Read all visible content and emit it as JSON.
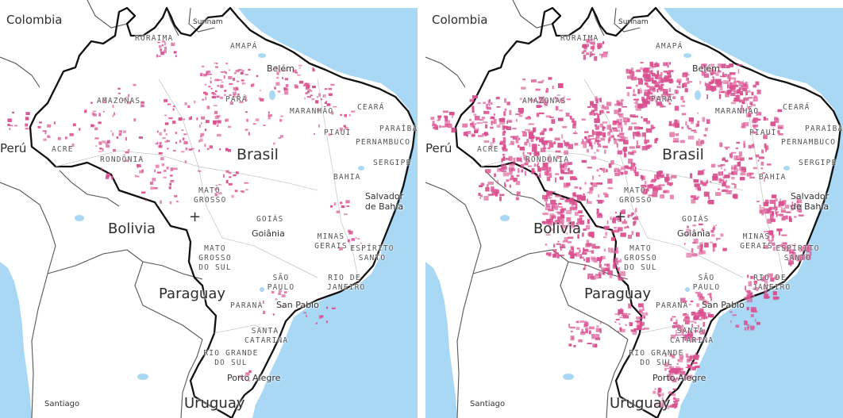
{
  "maps": [
    {
      "id": "left",
      "labels": {
        "colombia": "Colombia",
        "surinam": "Surinam",
        "peru": "Perú",
        "bolivia": "Bolivia",
        "paraguay": "Paraguay",
        "uruguay": "Uruguay",
        "santiago": "Santiago",
        "brasil": "Brasil",
        "roraima": "RORAIMA",
        "amapa": "AMAPÁ",
        "belem": "Belém",
        "amazonas": "AMAZONAS",
        "para": "PARÁ",
        "maranhao": "MARANHÃO",
        "ceara": "CEARÁ",
        "paraiba": "PARAÍBA",
        "piaui": "PIAUÍ",
        "pernambuco": "PERNAMBUCO",
        "acre": "ACRE",
        "rondonia": "RONDÔNIA",
        "sergipe": "SERGIPE",
        "bahia": "BAHIA",
        "salvador": "Salvador de Bahia",
        "mato_grosso": "MATO GROSSO",
        "goias": "GOIÁS",
        "goiania": "Goiânia",
        "minas": "MINAS GERAIS",
        "espirito": "ESPÍRITO SANTO",
        "ms": "MATO GROSSO DO SUL",
        "sao_paulo_state": "SÃO PAULO",
        "rio": "RIO DE JANEIRO",
        "parana": "PARANÁ",
        "san_pablo": "San Pablo",
        "santa_catarina": "SANTA CATARINA",
        "rgs": "RIO GRANDE DO SUL",
        "porto_alegre": "Porto Alegre",
        "marker": "+"
      }
    },
    {
      "id": "right",
      "labels": {
        "colombia": "Colombia",
        "surinam": "Surinam",
        "peru": "Perú",
        "bolivia": "Bolivia",
        "paraguay": "Paraguay",
        "uruguay": "Uruguay",
        "santiago": "Santiago",
        "brasil": "Brasil",
        "roraima": "RORAIMA",
        "amapa": "AMAPÁ",
        "belem": "Belém",
        "amazonas": "AMAZONAS",
        "para": "PARÁ",
        "maranhao": "MARANHÃO",
        "ceara": "CEARÁ",
        "paraiba": "PARAÍBA",
        "piaui": "PIAUÍ",
        "pernambuco": "PERNAMBUCO",
        "acre": "ACRE",
        "rondonia": "RONDÔNIA",
        "sergipe": "SERGIPE",
        "bahia": "BAHIA",
        "salvador": "Salvador de Bahia",
        "mato_grosso": "MATO GROSSO",
        "goias": "GOIÁS",
        "goiania": "Goiânia",
        "minas": "MINAS GERAIS",
        "espirito": "ESPÍRITO SANTO",
        "ms": "MATO GROSSO DO SUL",
        "sao_paulo_state": "SÃO PAULO",
        "rio": "RIO DE JANEIRO",
        "parana": "PARANÁ",
        "san_pablo": "San Pablo",
        "santa_catarina": "SANTA CATARINA",
        "rgs": "RIO GRANDE DO SUL",
        "porto_alegre": "Porto Alegre",
        "marker": "+"
      }
    }
  ],
  "colors": {
    "ocean": "#a9d8f5",
    "land": "#ffffff",
    "border_brazil": "#111111",
    "border_other": "#555555",
    "patches": "#d94f8f"
  },
  "icons": [
    "city-marker-icon"
  ]
}
